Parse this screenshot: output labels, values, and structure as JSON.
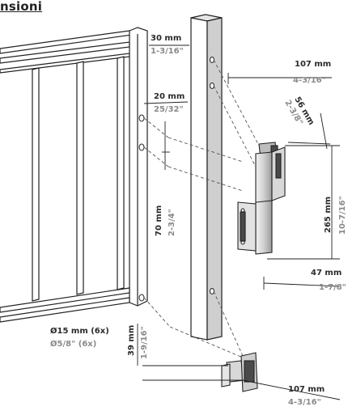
{
  "title": "nsioni",
  "dimensions": {
    "post_width": {
      "metric": "30 mm",
      "imperial": "1-3/16\""
    },
    "hole_offset": {
      "metric": "20 mm",
      "imperial": "25/32\""
    },
    "hinge_depth": {
      "metric": "107 mm",
      "imperial": "4-3/16\""
    },
    "hinge_angle": {
      "metric": "56 mm",
      "imperial": "2-3/8\""
    },
    "hinge_height": {
      "metric": "265 mm",
      "imperial": "10-7/16\""
    },
    "hole_spacing": {
      "metric": "70 mm",
      "imperial": "2-3/4\""
    },
    "hinge_width": {
      "metric": "47 mm",
      "imperial": "1-7/8\""
    },
    "hole_diameter": {
      "metric": "Ø15 mm (6x)",
      "imperial": "Ø5/8\" (6x)"
    },
    "bottom_offset": {
      "metric": "39 mm",
      "imperial": "1-9/16\""
    },
    "latch_depth": {
      "metric": "107 mm",
      "imperial": "4-3/16\""
    }
  },
  "colors": {
    "line": "#222222",
    "dim_text": "#2a2a2a",
    "sub_text": "#8a8a8a",
    "metal": "#d8d8d8",
    "dark": "#4a4a4a"
  }
}
